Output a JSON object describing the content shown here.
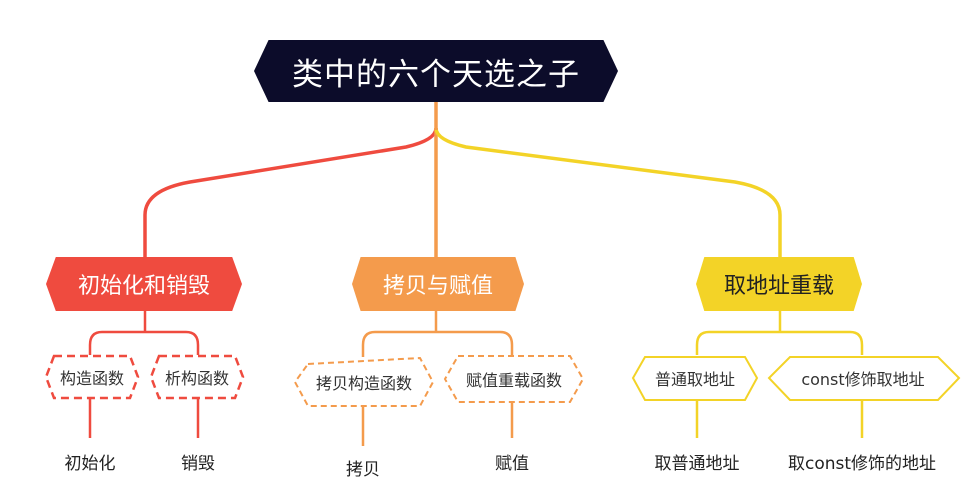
{
  "root": {
    "label": "类中的六个天选之子"
  },
  "categories": [
    {
      "label": "初始化和销毁",
      "color": "#ef4b3f"
    },
    {
      "label": "拷贝与赋值",
      "color": "#f49b4c"
    },
    {
      "label": "取地址重载",
      "color": "#f3d327"
    }
  ],
  "subtopics": [
    {
      "label": "构造函数",
      "leaf": "初始化"
    },
    {
      "label": "析构函数",
      "leaf": "销毁"
    },
    {
      "label": "拷贝构造函数",
      "leaf": "拷贝"
    },
    {
      "label": "赋值重载函数",
      "leaf": "赋值"
    },
    {
      "label": "普通取地址",
      "leaf": "取普通地址"
    },
    {
      "label": "const修饰取地址",
      "leaf": "取const修饰的地址"
    }
  ]
}
